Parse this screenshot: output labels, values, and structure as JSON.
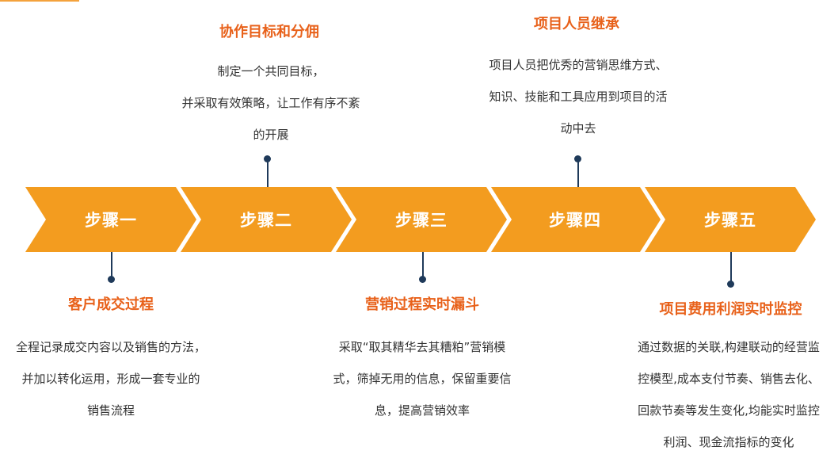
{
  "colors": {
    "chevron": "#f39c1f",
    "title": "#e8611a",
    "connector": "#1f3a5a"
  },
  "steps": [
    {
      "label": "步骤一",
      "title": "客户成交过程",
      "lines": [
        "全程记录成交内容以及销售的方法，",
        "并加以转化运用，形成一套专业的",
        "销售流程"
      ]
    },
    {
      "label": "步骤二",
      "title": "协作目标和分佣",
      "lines": [
        "制定一个共同目标，",
        "并采取有效策略，让工作有序不紊",
        "的开展"
      ]
    },
    {
      "label": "步骤三",
      "title": "营销过程实时漏斗",
      "lines": [
        "采取“取其精华去其糟粕”营销模",
        "式，筛掉无用的信息，保留重要信",
        "息，提高营销效率"
      ]
    },
    {
      "label": "步骤四",
      "title": "项目人员继承",
      "lines": [
        "项目人员把优秀的营销思维方式、",
        "知识、技能和工具应用到项目的活",
        "动中去"
      ]
    },
    {
      "label": "步骤五",
      "title": "项目费用利润实时监控",
      "lines": [
        "通过数据的关联,构建联动的经营监",
        "控模型,成本支付节奏、销售去化、",
        "回款节奏等发生变化,均能实时监控",
        "利润、现金流指标的变化"
      ]
    }
  ]
}
